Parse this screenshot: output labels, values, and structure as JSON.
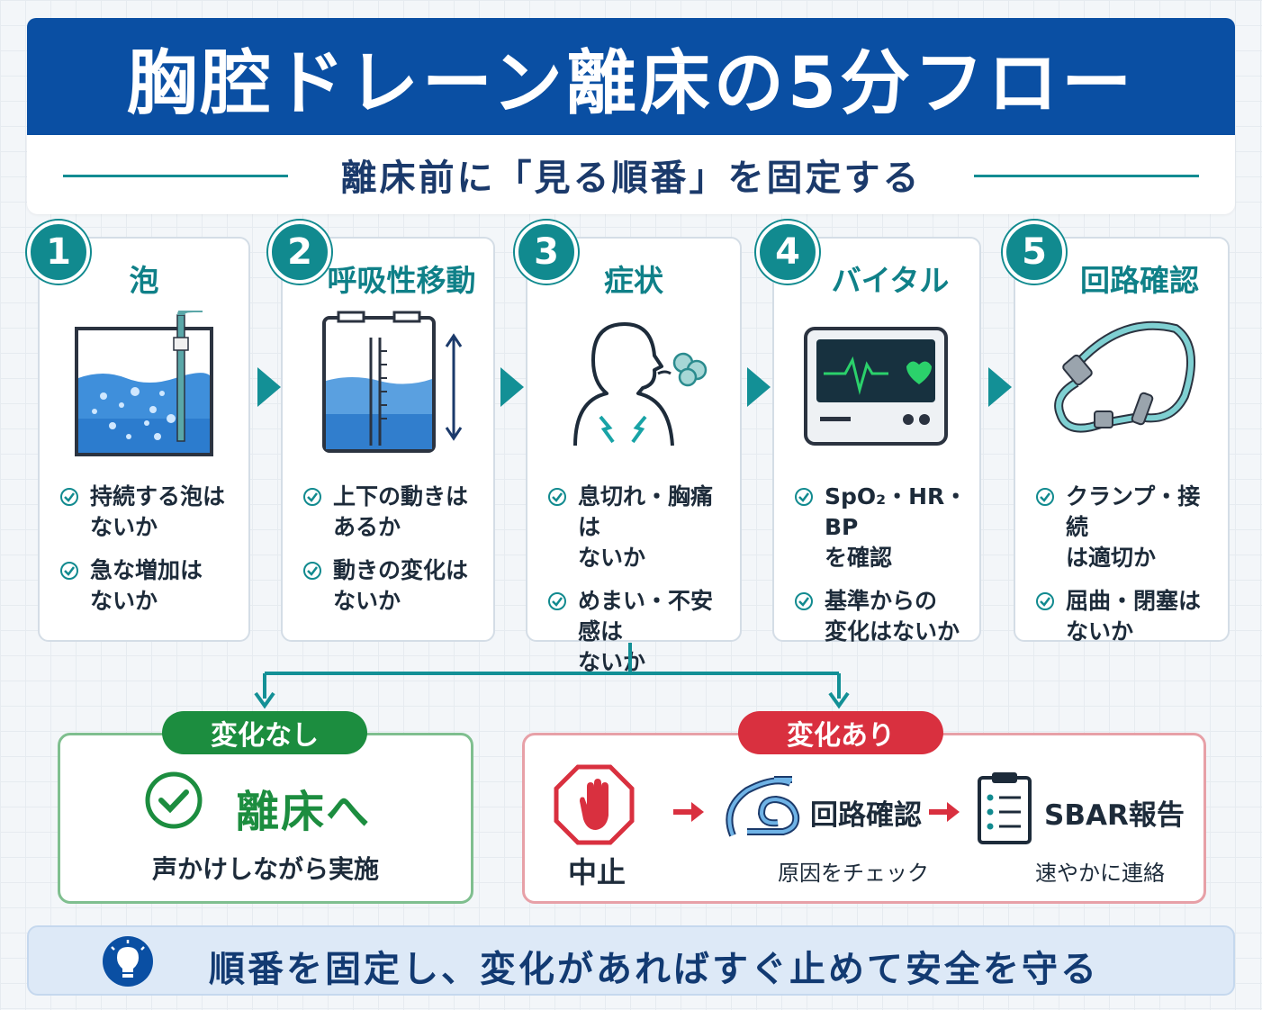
{
  "title": "胸腔ドレーン離床の5分フロー",
  "subtitle": "離床前に「見る順番」を固定する",
  "colors": {
    "primary": "#0a4fa3",
    "teal": "#118a8f",
    "green": "#1c8d3f",
    "red": "#d9303f"
  },
  "steps": [
    {
      "number": "1",
      "title": "泡",
      "icon": "water-bubbles-icon",
      "checks": [
        "持続する泡は\nないか",
        "急な増加は\nないか"
      ]
    },
    {
      "number": "2",
      "title": "呼吸性移動",
      "icon": "drainage-chamber-icon",
      "checks": [
        "上下の動きは\nあるか",
        "動きの変化は\nないか"
      ]
    },
    {
      "number": "3",
      "title": "症状",
      "icon": "breathing-person-icon",
      "checks": [
        "息切れ・胸痛は\nないか",
        "めまい・不安感は\nないか"
      ]
    },
    {
      "number": "4",
      "title": "バイタル",
      "icon": "vital-monitor-icon",
      "checks": [
        "SpO₂・HR・BP\nを確認",
        "基準からの\n変化はないか"
      ]
    },
    {
      "number": "5",
      "title": "回路確認",
      "icon": "tube-circuit-icon",
      "checks": [
        "クランプ・接続\nは適切か",
        "屈曲・閉塞は\nないか"
      ]
    }
  ],
  "no_change": {
    "label": "変化なし",
    "action": "離床へ",
    "note": "声かけしながら実施"
  },
  "change": {
    "label": "変化あり",
    "stop": "中止",
    "circuit_title": "回路確認",
    "circuit_note": "原因をチェック",
    "report_title": "SBAR報告",
    "report_note": "速やかに連絡"
  },
  "tip": "順番を固定し、変化があればすぐ止めて安全を守る"
}
